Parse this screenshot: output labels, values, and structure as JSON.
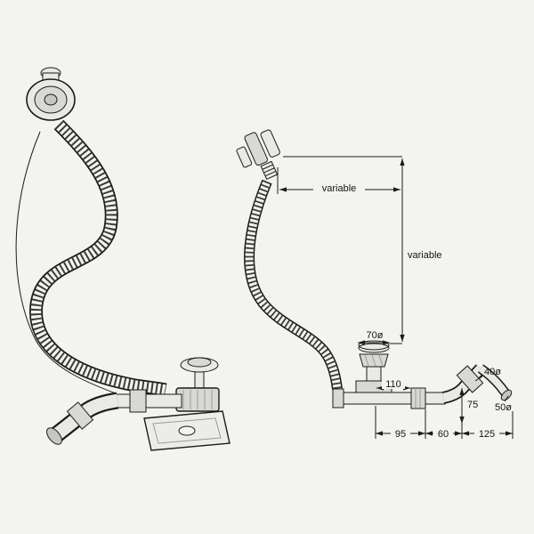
{
  "figure": {
    "kind": "technical line drawing, bath waste and overflow set, perspective view left and dimensioned side view right"
  },
  "colors": {
    "paper": "#f3f3f0",
    "ink": "#1b1b1b",
    "metal_light": "#e9e9e6",
    "metal_mid": "#d8d8d4"
  },
  "dimensions": {
    "variable_horizontal": "variable",
    "variable_vertical": "variable",
    "drain_diameter": "70ø",
    "trap_offset": "110",
    "outlet_height": "75",
    "span_left": "95",
    "span_middle": "60",
    "span_right": "125",
    "nut_diameter": "40ø",
    "outlet_diameter": "50ø"
  }
}
